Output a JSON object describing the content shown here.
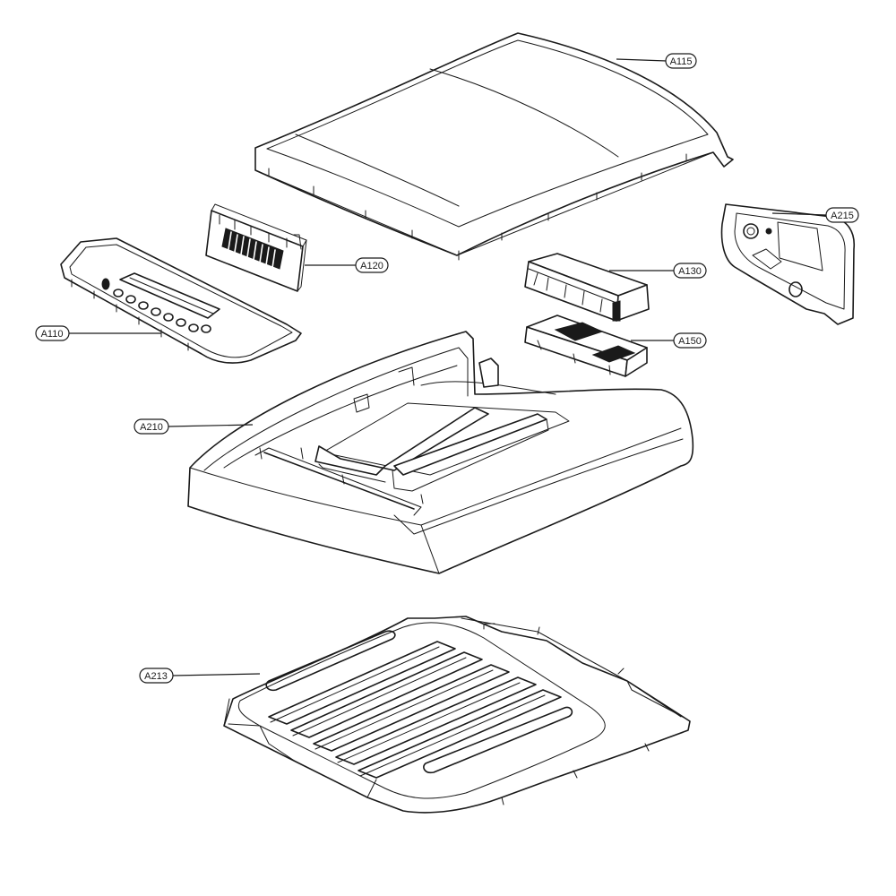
{
  "callouts": [
    {
      "id": "a115",
      "label": "A115"
    },
    {
      "id": "a215",
      "label": "A215"
    },
    {
      "id": "a120",
      "label": "A120"
    },
    {
      "id": "a130",
      "label": "A130"
    },
    {
      "id": "a110",
      "label": "A110"
    },
    {
      "id": "a150",
      "label": "A150"
    },
    {
      "id": "a210",
      "label": "A210"
    },
    {
      "id": "a213",
      "label": "A213"
    }
  ]
}
